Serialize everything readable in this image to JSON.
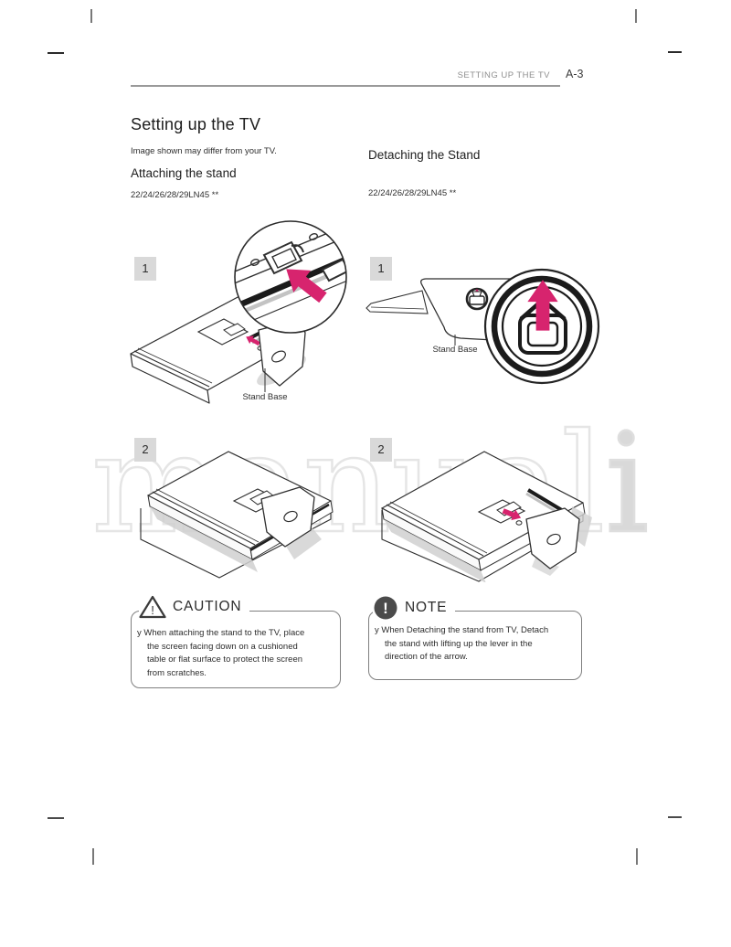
{
  "header": {
    "section_label": "SETTING UP THE TV",
    "page_number": "A-3"
  },
  "title": "Setting up the TV",
  "image_note": "Image shown may differ from your TV.",
  "attach": {
    "heading": "Attaching the stand",
    "model": "22/24/26/28/29LN45 **",
    "step1": "1",
    "step2": "2",
    "stand_base_label": "Stand Base"
  },
  "detach": {
    "heading": "Detaching the Stand",
    "model": "22/24/26/28/29LN45 **",
    "step1": "1",
    "step2": "2",
    "stand_base_label": "Stand Base"
  },
  "caution": {
    "title": "CAUTION",
    "icon_char": "!",
    "lines": [
      "y When attaching the stand to the TV, place",
      "the screen facing down on a cushioned",
      "table or flat surface to protect the screen",
      "from scratches."
    ]
  },
  "note": {
    "title": "NOTE",
    "icon_char": "!",
    "lines": [
      "y When Detaching the stand from TV, Detach",
      "the stand with lifting up the lever in the",
      "direction of the arrow."
    ]
  },
  "watermark": {
    "outline_text": "manual",
    "solid_text": "i"
  },
  "colors": {
    "accent": "#D7246E",
    "line_art": "#2F2F2F",
    "shadow": "#D0D0D0",
    "step_badge_bg": "#D9D9D9",
    "watermark_outline": "#E5E5E5",
    "header_gray": "#8F8F8F"
  }
}
